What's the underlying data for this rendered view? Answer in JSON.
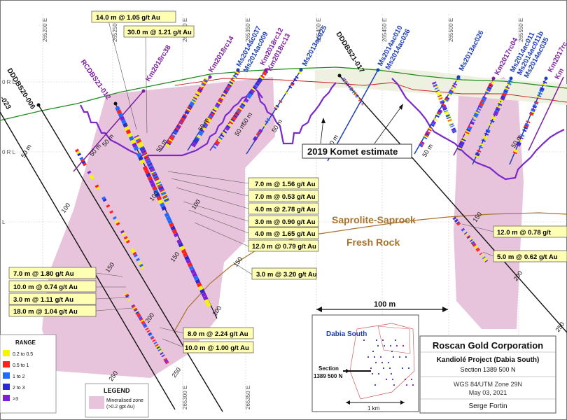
{
  "colors": {
    "zone_fill": "#e8c3dc",
    "hole_purple": "#7d1fa0",
    "hole_blue": "#1f3fb8",
    "komet_line": "#7a28c8",
    "topo_line": "#1e8a1e",
    "saprock_line": "#a8722c",
    "label_fill": "#ffffb4"
  },
  "grid": {
    "eastings": [
      "265200 E",
      "265250 E",
      "265300 E",
      "265350 E",
      "265400 E",
      "265450 E",
      "265500 E",
      "265550 E"
    ],
    "rl_labels": [
      "0 R L",
      "0 R L",
      "L"
    ]
  },
  "holes_left": [
    {
      "id": "RCDBS21-012",
      "name": "rcdbs21-012"
    },
    {
      "id": "Km2018rc38",
      "name": "km2018rc38"
    },
    {
      "id": "Km2018rc14",
      "name": "km2018rc14"
    },
    {
      "id": "Ms2014ac037",
      "name": "ms2014ac037"
    },
    {
      "id": "Ms2014ac009",
      "name": "ms2014ac009"
    },
    {
      "id": "Km2018rc12",
      "name": "km2018rc12"
    },
    {
      "id": "Km2018rc13",
      "name": "km2018rc13"
    },
    {
      "id": "Ms2013ac025",
      "name": "ms2013ac025"
    },
    {
      "id": "DDDBS21-017",
      "name": "dddbs21-017"
    },
    {
      "id": "Ms2014ac010",
      "name": "ms2014ac010"
    },
    {
      "id": "Ms2014ac036",
      "name": "ms2014ac036"
    },
    {
      "id": "Ms2013ac026",
      "name": "ms2013ac026"
    },
    {
      "id": "Km2017rc04",
      "name": "km2017rc04"
    },
    {
      "id": "Ms2014ac011",
      "name": "ms2014ac011"
    },
    {
      "id": "Ms2014ac011b",
      "name": "ms2014ac011b"
    },
    {
      "id": "Ms2014ac035",
      "name": "ms2014ac035"
    },
    {
      "id": "Km2017rc",
      "name": "km2017rc"
    },
    {
      "id": "Km",
      "name": "km-partial"
    },
    {
      "id": "DDDBS20-006",
      "name": "dddbs20-006"
    },
    {
      "id": "-023",
      "name": "hole-023"
    }
  ],
  "depth_labels": [
    "50 m",
    "50 m",
    "50 m",
    "50 m",
    "50 m",
    "50 m",
    "50 m",
    "50 m",
    "50 m",
    "50 m",
    "50 m",
    "100",
    "100",
    "100",
    "150",
    "150",
    "150",
    "150",
    "200",
    "200",
    "200",
    "250",
    "250",
    "250"
  ],
  "intercepts": {
    "top": [
      "14.0 m @ 1.05 g/t Au",
      "30.0 m @ 1.21 g/t Au"
    ],
    "middle": [
      "7.0 m @ 1.56 g/t Au",
      "7.0 m @ 0.53 g/t Au",
      "4.0 m @ 2.78 g/t Au",
      "3.0 m @ 0.90 g/t Au",
      "4.0 m @ 1.65 g/t Au",
      "12.0 m @ 0.79 g/t Au",
      "3.0 m @ 3.20 g/t Au"
    ],
    "left": [
      "7.0 m @ 1.80 g/t Au",
      "10.0 m @ 0.74 g/t Au",
      "3.0 m @ 1.11 g/t Au",
      "18.0 m @ 1.04 g/t Au"
    ],
    "bottom": [
      "8.0 m @ 2.24 g/t Au",
      "10.0 m @ 1.00 g/t Au"
    ],
    "right": [
      "12.0 m @ 0.78 g/t",
      "5.0 m @ 0.62 g/t Au"
    ]
  },
  "annotations": {
    "komet": "2019 Komet estimate",
    "saprolite": "Saprolite-Saprock",
    "fresh_rock": "Fresh Rock",
    "scale_100m": "100 m"
  },
  "range_legend": {
    "title": "RANGE",
    "items": [
      {
        "label": "0.2 to 0.5",
        "color": "#f5f500"
      },
      {
        "label": "0.5 to 1",
        "color": "#ff2020"
      },
      {
        "label": "1 to 2",
        "color": "#1e6cff"
      },
      {
        "label": "2 to 3",
        "color": "#2a2ad0"
      },
      {
        "label": ">3",
        "color": "#7d1fd8"
      }
    ]
  },
  "legend": {
    "title": "LEGEND",
    "item_label": "Mineralised zone",
    "item_sub": "(>0.2 gpt Au)"
  },
  "inset": {
    "title": "Dabia South",
    "section_line1": "Section",
    "section_line2": "1389 500 N",
    "scale": "1 km"
  },
  "title_block": {
    "company": "Roscan Gold Corporation",
    "project": "Kandiolé Project (Dabia South)",
    "section": "Section 1389 500 N",
    "datum": "WGS 84/UTM Zone 29N",
    "date": "May 03, 2021",
    "author": "Serge Fortin"
  }
}
